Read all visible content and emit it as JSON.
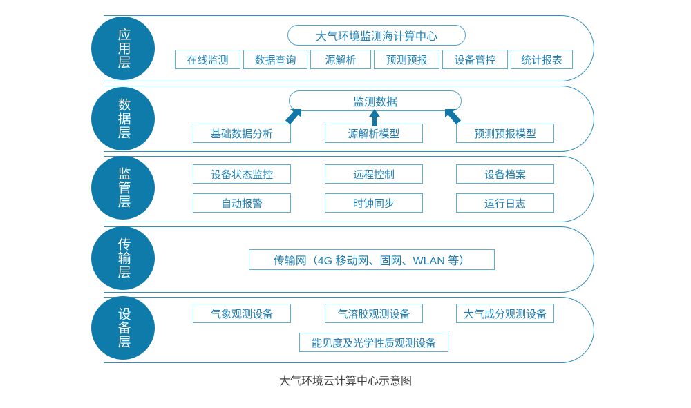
{
  "diagram": {
    "caption": "大气环境云计算中心示意图",
    "colors": {
      "circle_fill": "#0F7BAA",
      "capsule_stroke": "#2E8EBC",
      "box_stroke": "#5BAFD4",
      "text_blue": "#1D7FB3",
      "caption_text": "#414141",
      "arrow_fill": "#1277A6"
    },
    "layers": [
      {
        "id": "application",
        "circle_label": "应用层",
        "header_pill": "大气环境监测海计算中心",
        "boxes": [
          "在线监测",
          "数据查询",
          "源解析",
          "预测预报",
          "设备管控",
          "统计报表"
        ]
      },
      {
        "id": "data",
        "circle_label": "数据层",
        "header_pill": "监测数据",
        "boxes": [
          "基础数据分析",
          "源解析模型",
          "预测预报模型"
        ],
        "arrows": [
          {
            "name": "arrow-basic-data-analysis",
            "direction": "up-right"
          },
          {
            "name": "arrow-source-analysis-model",
            "direction": "up"
          },
          {
            "name": "arrow-forecast-model",
            "direction": "up-left"
          }
        ]
      },
      {
        "id": "supervision",
        "circle_label": "监管层",
        "boxes_row1": [
          "设备状态监控",
          "远程控制",
          "设备档案"
        ],
        "boxes_row2": [
          "自动报警",
          "时钟同步",
          "运行日志"
        ]
      },
      {
        "id": "transmission",
        "circle_label": "传输层",
        "boxes": [
          "传输网（4G 移动网、固网、WLAN 等）"
        ]
      },
      {
        "id": "device",
        "circle_label": "设备层",
        "boxes_row1": [
          "气象观测设备",
          "气溶胶观测设备",
          "大气成分观测设备"
        ],
        "boxes_row2": [
          "能见度及光学性质观测设备"
        ]
      }
    ]
  }
}
